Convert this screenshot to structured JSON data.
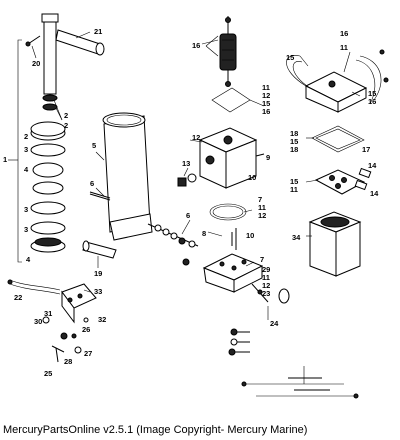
{
  "caption": "MercuryPartsOnline v2.5.1 (Image Copyright- Mercury Marine)",
  "callouts": [
    {
      "id": "c-21",
      "text": "21"
    },
    {
      "id": "c-20",
      "text": "20"
    },
    {
      "id": "c-2a",
      "text": "2"
    },
    {
      "id": "c-2b",
      "text": "2"
    },
    {
      "id": "c-1",
      "text": "1"
    },
    {
      "id": "c-2c",
      "text": "2"
    },
    {
      "id": "c-3a",
      "text": "3"
    },
    {
      "id": "c-4a",
      "text": "4"
    },
    {
      "id": "c-5",
      "text": "5"
    },
    {
      "id": "c-6a",
      "text": "6"
    },
    {
      "id": "c-3b",
      "text": "3"
    },
    {
      "id": "c-3c",
      "text": "3"
    },
    {
      "id": "c-4b",
      "text": "4"
    },
    {
      "id": "c-19",
      "text": "19"
    },
    {
      "id": "c-16a",
      "text": "16"
    },
    {
      "id": "c-11a",
      "text": "11"
    },
    {
      "id": "c-12a",
      "text": "12"
    },
    {
      "id": "c-15a",
      "text": "15"
    },
    {
      "id": "c-16b",
      "text": "16"
    },
    {
      "id": "c-12b",
      "text": "12"
    },
    {
      "id": "c-9",
      "text": "9"
    },
    {
      "id": "c-13",
      "text": "13"
    },
    {
      "id": "c-10a",
      "text": "10"
    },
    {
      "id": "c-7a",
      "text": "7"
    },
    {
      "id": "c-11b",
      "text": "11"
    },
    {
      "id": "c-12c",
      "text": "12"
    },
    {
      "id": "c-6b",
      "text": "6"
    },
    {
      "id": "c-8",
      "text": "8"
    },
    {
      "id": "c-10b",
      "text": "10"
    },
    {
      "id": "c-7b",
      "text": "7"
    },
    {
      "id": "c-11c",
      "text": "11"
    },
    {
      "id": "c-12d",
      "text": "12"
    },
    {
      "id": "c-15b",
      "text": "15"
    },
    {
      "id": "c-16c",
      "text": "16"
    },
    {
      "id": "c-11d",
      "text": "11"
    },
    {
      "id": "c-15c",
      "text": "15"
    },
    {
      "id": "c-16d",
      "text": "16"
    },
    {
      "id": "c-18a",
      "text": "18"
    },
    {
      "id": "c-15d",
      "text": "15"
    },
    {
      "id": "c-18b",
      "text": "18"
    },
    {
      "id": "c-17",
      "text": "17"
    },
    {
      "id": "c-15e",
      "text": "15"
    },
    {
      "id": "c-11e",
      "text": "11"
    },
    {
      "id": "c-14a",
      "text": "14"
    },
    {
      "id": "c-14b",
      "text": "14"
    },
    {
      "id": "c-34",
      "text": "34"
    },
    {
      "id": "c-29",
      "text": "29"
    },
    {
      "id": "c-23",
      "text": "23"
    },
    {
      "id": "c-24",
      "text": "24"
    },
    {
      "id": "c-22",
      "text": "22"
    },
    {
      "id": "c-33",
      "text": "33"
    },
    {
      "id": "c-31",
      "text": "31"
    },
    {
      "id": "c-30",
      "text": "30"
    },
    {
      "id": "c-32",
      "text": "32"
    },
    {
      "id": "c-26",
      "text": "26"
    },
    {
      "id": "c-27",
      "text": "27"
    },
    {
      "id": "c-28",
      "text": "28"
    },
    {
      "id": "c-25",
      "text": "25"
    }
  ]
}
